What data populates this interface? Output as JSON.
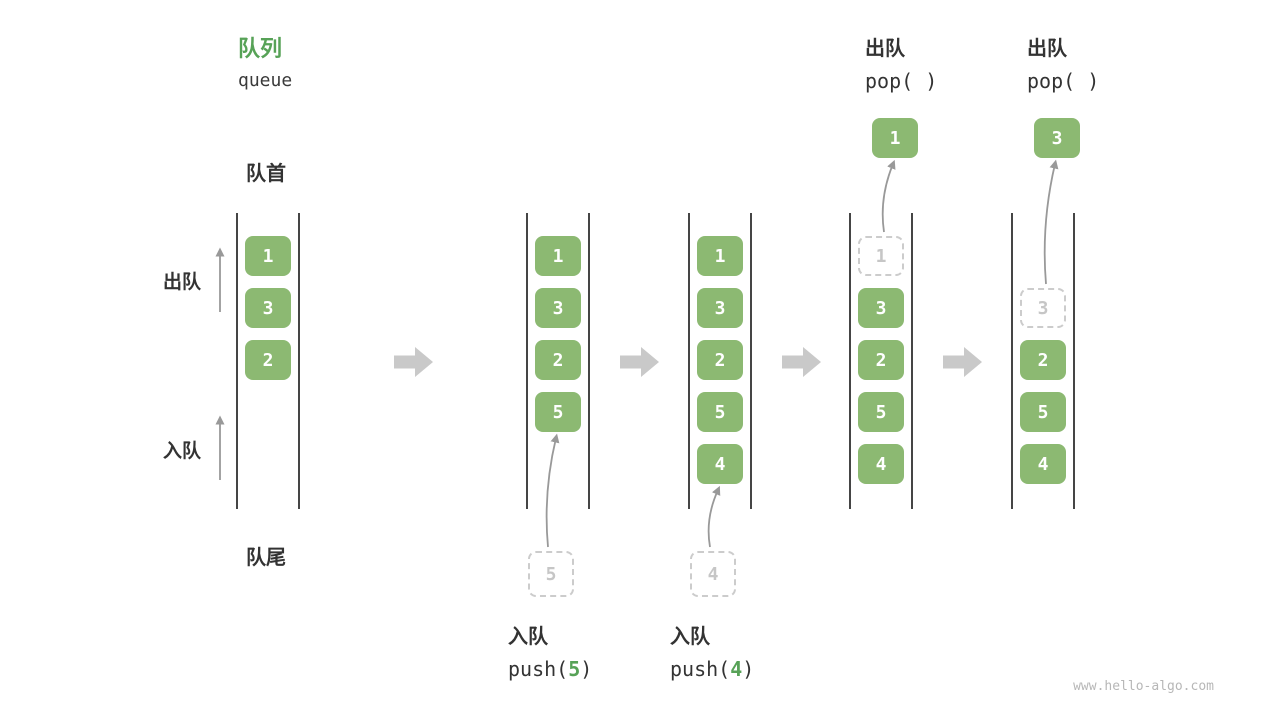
{
  "page": {
    "title_zh": "队列",
    "title_en": "queue",
    "front_label": "队首",
    "rear_label": "队尾",
    "dequeue_label": "出队",
    "enqueue_label": "入队",
    "watermark": "www.hello-algo.com"
  },
  "colors": {
    "green_box": "#8cb972",
    "green_accent": "#57a257",
    "ghost_border": "#cccccc",
    "ghost_text": "#c6c6c6",
    "wall": "#454545",
    "thin_arrow": "#999999",
    "block_arrow": "#c9c9c9",
    "text_dark": "#333333",
    "watermark": "#b7b7b7"
  },
  "states": [
    {
      "cells": [
        {
          "v": "1",
          "slot": 0,
          "ghost": false
        },
        {
          "v": "3",
          "slot": 1,
          "ghost": false
        },
        {
          "v": "2",
          "slot": 2,
          "ghost": false
        }
      ]
    },
    {
      "cells": [
        {
          "v": "1",
          "slot": 0,
          "ghost": false
        },
        {
          "v": "3",
          "slot": 1,
          "ghost": false
        },
        {
          "v": "2",
          "slot": 2,
          "ghost": false
        },
        {
          "v": "5",
          "slot": 3,
          "ghost": false
        }
      ],
      "incoming": {
        "v": "5"
      },
      "op": {
        "word": "入队",
        "pre": "push(",
        "arg": "5",
        "post": ")"
      }
    },
    {
      "cells": [
        {
          "v": "1",
          "slot": 0,
          "ghost": false
        },
        {
          "v": "3",
          "slot": 1,
          "ghost": false
        },
        {
          "v": "2",
          "slot": 2,
          "ghost": false
        },
        {
          "v": "5",
          "slot": 3,
          "ghost": false
        },
        {
          "v": "4",
          "slot": 4,
          "ghost": false
        }
      ],
      "incoming": {
        "v": "4"
      },
      "op": {
        "word": "入队",
        "pre": "push(",
        "arg": "4",
        "post": ")"
      }
    },
    {
      "cells": [
        {
          "v": "1",
          "slot": 0,
          "ghost": true
        },
        {
          "v": "3",
          "slot": 1,
          "ghost": false
        },
        {
          "v": "2",
          "slot": 2,
          "ghost": false
        },
        {
          "v": "5",
          "slot": 3,
          "ghost": false
        },
        {
          "v": "4",
          "slot": 4,
          "ghost": false
        }
      ],
      "popped": {
        "v": "1"
      },
      "op": {
        "word": "出队",
        "code": "pop( )"
      }
    },
    {
      "cells": [
        {
          "v": "3",
          "slot": 1,
          "ghost": true
        },
        {
          "v": "2",
          "slot": 2,
          "ghost": false
        },
        {
          "v": "5",
          "slot": 3,
          "ghost": false
        },
        {
          "v": "4",
          "slot": 4,
          "ghost": false
        }
      ],
      "popped": {
        "v": "3"
      },
      "op": {
        "word": "出队",
        "code": "pop( )"
      }
    }
  ]
}
